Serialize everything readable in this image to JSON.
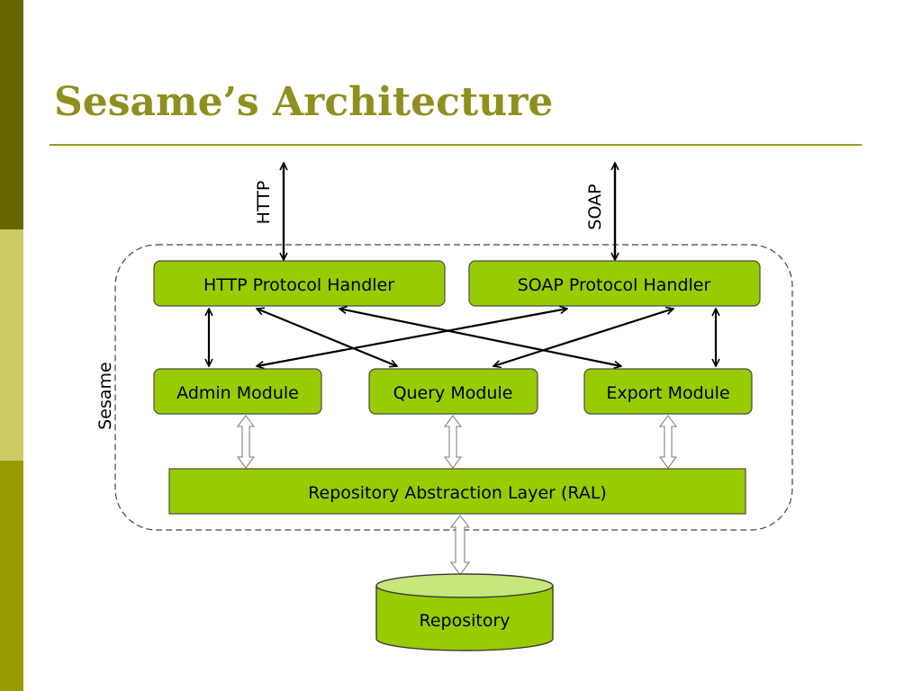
{
  "slide": {
    "title": "Sesame’s Architecture"
  },
  "diagram": {
    "container_label": "Sesame",
    "external_interfaces": [
      "HTTP",
      "SOAP"
    ],
    "handlers": [
      "HTTP Protocol Handler",
      "SOAP Protocol Handler"
    ],
    "modules": [
      "Admin Module",
      "Query Module",
      "Export Module"
    ],
    "ral_label": "Repository Abstraction Layer (RAL)",
    "repository_label": "Repository"
  },
  "colors": {
    "box_fill": "#99CC00",
    "cylinder_top": "#C8E67A",
    "title": "#8F8F1F",
    "sidebar_dark": "#666600",
    "sidebar_light": "#CCCC66",
    "sidebar_mid": "#999900"
  }
}
